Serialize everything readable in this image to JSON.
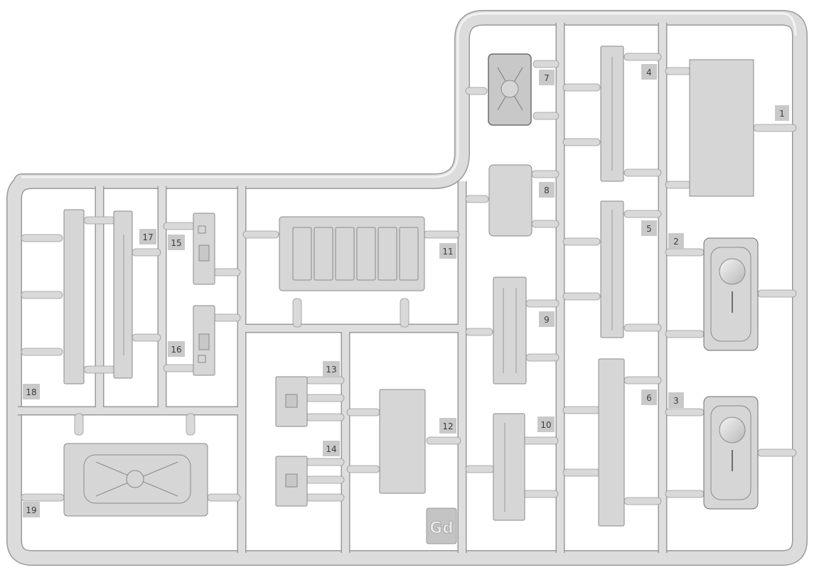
{
  "sprue": {
    "letter": "Gd",
    "frame_color": "#dcdcdc",
    "part_color": "#d6d6d6",
    "edge_color": "#8a8a8a",
    "part_numbers": [
      "1",
      "2",
      "3",
      "4",
      "5",
      "6",
      "7",
      "8",
      "9",
      "10",
      "11",
      "12",
      "13",
      "14",
      "15",
      "16",
      "17",
      "18",
      "19"
    ]
  }
}
